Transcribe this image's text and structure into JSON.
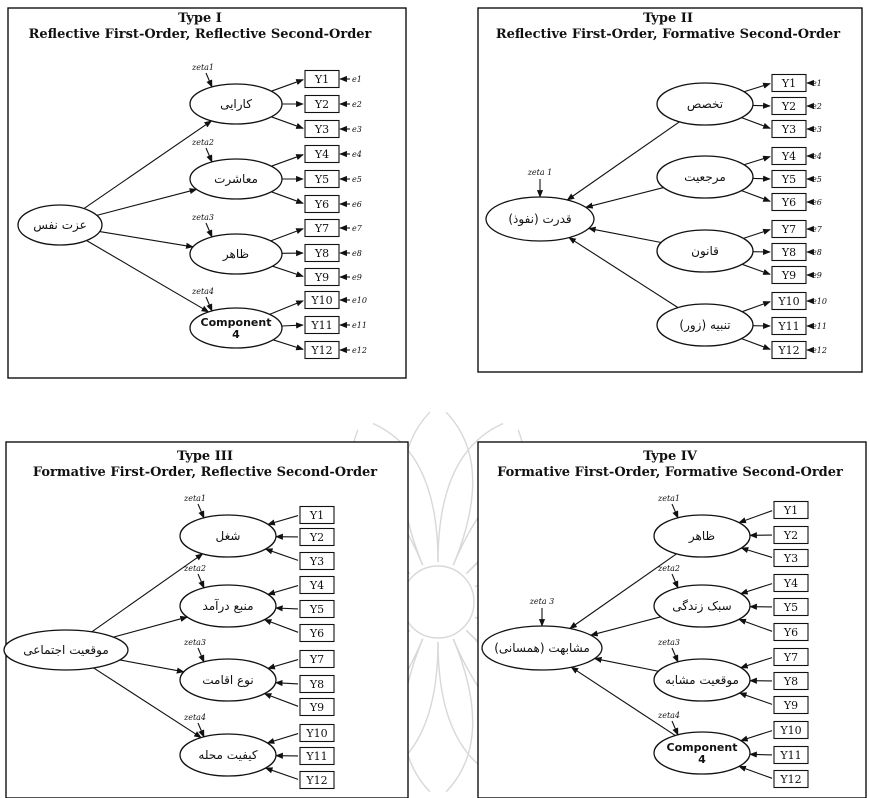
{
  "panels": [
    {
      "key": "p1",
      "title1": "Type I",
      "title2": "Reflective First-Order, Reflective Second-Order",
      "mode": "RR",
      "second": {
        "label": "عزت نفس",
        "zeta": ""
      },
      "first": [
        {
          "label": "کارایی",
          "zeta": "zeta1"
        },
        {
          "label": "معاشرت",
          "zeta": "zeta2"
        },
        {
          "label": "ظاهر",
          "zeta": "zeta3"
        },
        {
          "label": "Component\n4",
          "zeta": "zeta4"
        }
      ],
      "indicators": [
        "Y1",
        "Y2",
        "Y3",
        "Y4",
        "Y5",
        "Y6",
        "Y7",
        "Y8",
        "Y9",
        "Y10",
        "Y11",
        "Y12"
      ],
      "errors": [
        "e1",
        "e2",
        "e3",
        "e4",
        "e5",
        "e6",
        "e7",
        "e8",
        "e9",
        "e10",
        "e11",
        "e12"
      ]
    },
    {
      "key": "p2",
      "title1": "Type II",
      "title2": "Reflective First-Order, Formative Second-Order",
      "mode": "RF",
      "second": {
        "label": "قدرت (نفوذ)",
        "zeta": "zeta 1"
      },
      "first": [
        {
          "label": "تخصص",
          "zeta": ""
        },
        {
          "label": "مرجعیت",
          "zeta": ""
        },
        {
          "label": "قانون",
          "zeta": ""
        },
        {
          "label": "تنبیه (زور)",
          "zeta": ""
        }
      ],
      "indicators": [
        "Y1",
        "Y2",
        "Y3",
        "Y4",
        "Y5",
        "Y6",
        "Y7",
        "Y8",
        "Y9",
        "Y10",
        "Y11",
        "Y12"
      ],
      "errors": [
        "e1",
        "e2",
        "e3",
        "e4",
        "e5",
        "e6",
        "e7",
        "e8",
        "e9",
        "e10",
        "e11",
        "e12"
      ]
    },
    {
      "key": "p3",
      "title1": "Type III",
      "title2": "Formative First-Order, Reflective Second-Order",
      "mode": "FR",
      "second": {
        "label": "موقعیت اجتماعی",
        "zeta": ""
      },
      "first": [
        {
          "label": "شغل",
          "zeta": "zeta1"
        },
        {
          "label": "منبع درآمد",
          "zeta": "zeta2"
        },
        {
          "label": "نوع اقامت",
          "zeta": "zeta3"
        },
        {
          "label": "کیفیت محله",
          "zeta": "zeta4"
        }
      ],
      "indicators": [
        "Y1",
        "Y2",
        "Y3",
        "Y4",
        "Y5",
        "Y6",
        "Y7",
        "Y8",
        "Y9",
        "Y10",
        "Y11",
        "Y12"
      ],
      "errors": []
    },
    {
      "key": "p4",
      "title1": "Type IV",
      "title2": "Formative First-Order, Formative Second-Order",
      "mode": "FF",
      "second": {
        "label": "مشابهت (همسانی)",
        "zeta": "zeta 3"
      },
      "first": [
        {
          "label": "ظاهر",
          "zeta": "zeta1"
        },
        {
          "label": "سبک زندگی",
          "zeta": "zeta2"
        },
        {
          "label": "موقعیت مشابه",
          "zeta": "zeta3"
        },
        {
          "label": "Component\n4",
          "zeta": "zeta4"
        }
      ],
      "indicators": [
        "Y1",
        "Y2",
        "Y3",
        "Y4",
        "Y5",
        "Y6",
        "Y7",
        "Y8",
        "Y9",
        "Y10",
        "Y11",
        "Y12"
      ],
      "errors": []
    }
  ]
}
